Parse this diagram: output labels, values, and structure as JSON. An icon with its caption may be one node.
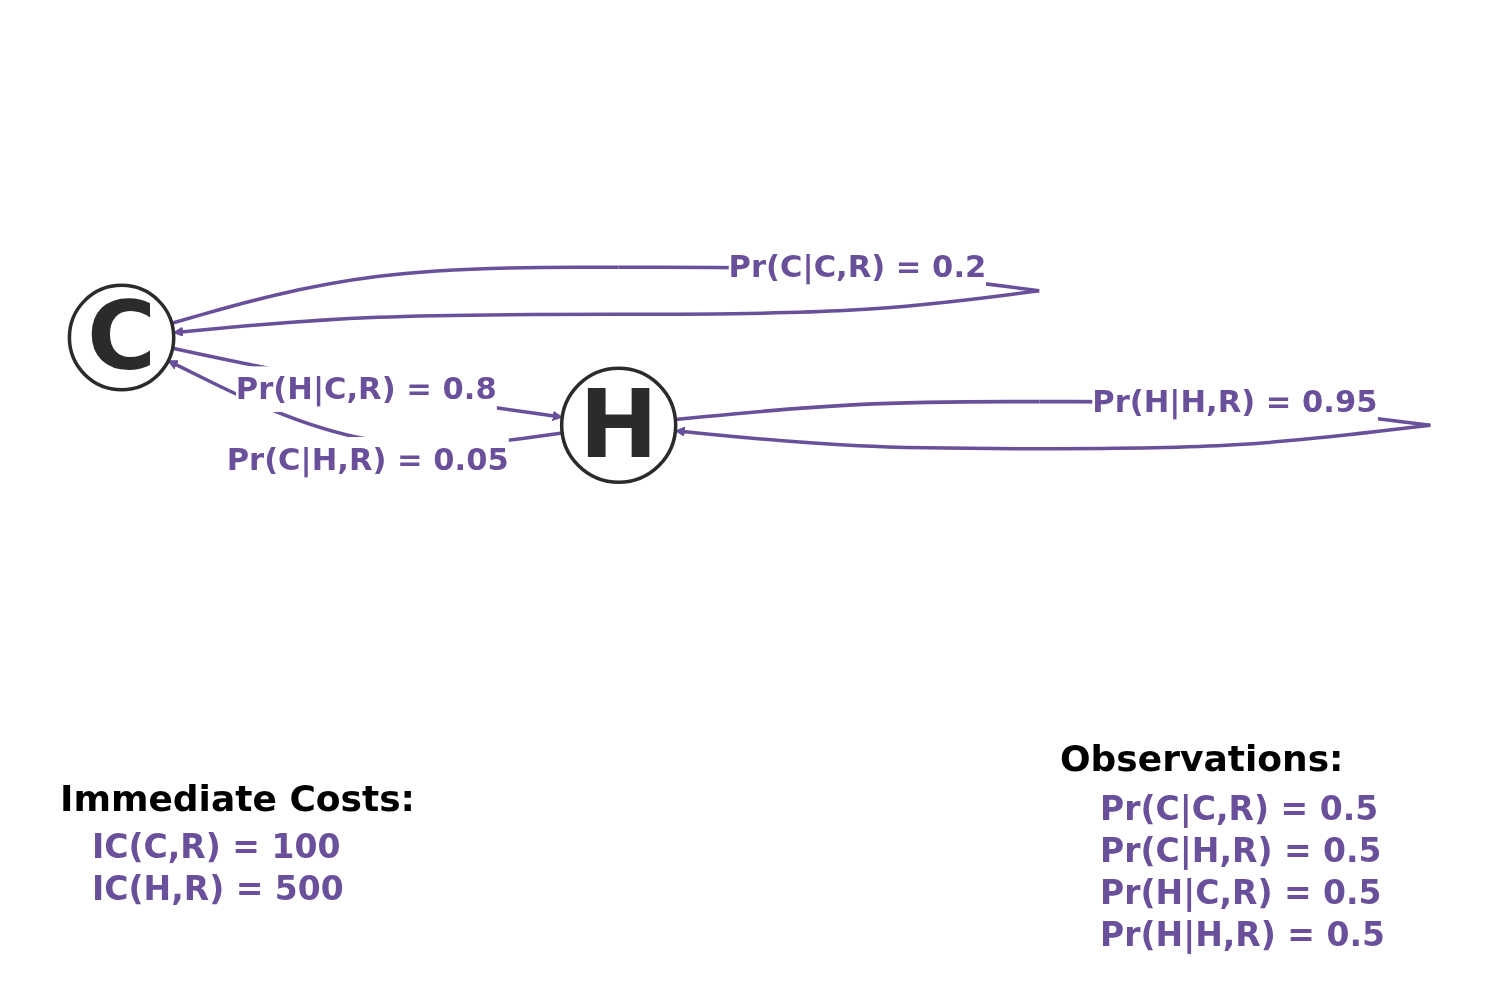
{
  "diagram": {
    "nodes": [
      {
        "text": [
          "C"
        ]
      },
      {
        "text": [
          "H"
        ]
      }
    ],
    "edges": [
      {
        "from": 0,
        "to": 0,
        "arrow": "to",
        "label": "Pr(C|C,R) = 0.2"
      },
      {
        "from": 0,
        "to": 1,
        "arrow": "to",
        "label": "Pr(H|C,R) = 0.8"
      },
      {
        "from": 1,
        "to": 1,
        "arrow": "to",
        "label": "Pr(H|H,R) = 0.95"
      },
      {
        "from": 1,
        "to": 0,
        "arrow": "to",
        "label": "Pr(C|H,R) = 0.05"
      }
    ],
    "labels": [
      "Immediate Costs:",
      "IC(C,R) = 100",
      "IC(H,R) = 500",
      "Observations:",
      "Pr(C|C,R) = 0.5",
      "Pr(C|H,R) = 0.5",
      "Pr(H|C,R) = 0.5",
      "Pr(H|H,R) = 0.5"
    ]
  }
}
